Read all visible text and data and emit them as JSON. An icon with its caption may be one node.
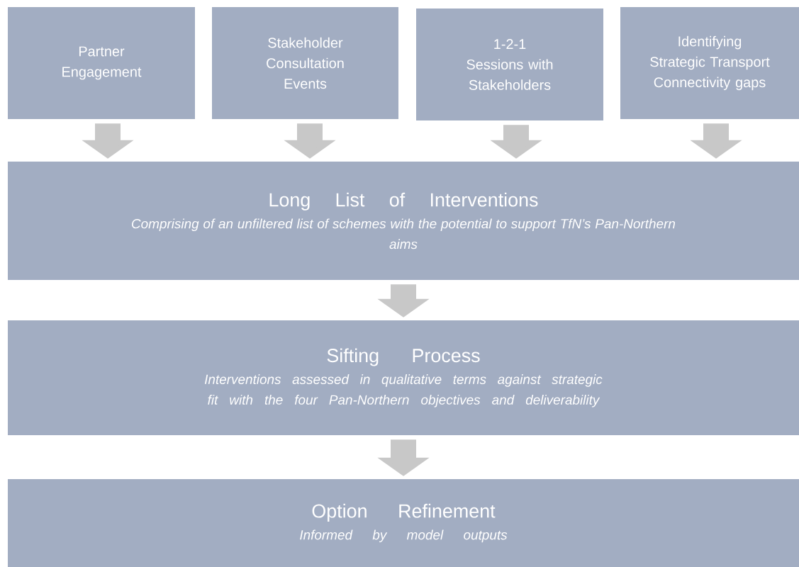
{
  "diagram": {
    "nodes": [
      {
        "text": [
          "Partner Engagement"
        ]
      },
      {
        "text": [
          "Stakeholder Consultation Events"
        ]
      },
      {
        "text": [
          "1-2-1 Sessions with Stakeholders"
        ]
      },
      {
        "text": [
          "Identifying Strategic Transport Connectivity gaps"
        ]
      },
      {
        "text": [
          "Long List of Interventions",
          "Comprising of an unfiltered list of schemes with the potential to support TfN’s Pan-Northern aims"
        ]
      },
      {
        "text": [
          "Sifting Process",
          "Interventions assessed in qualitative terms against strategic fit with the four Pan-Northern objectives and deliverability"
        ]
      },
      {
        "text": [
          "Option Refinement",
          "Informed by model outputs"
        ]
      }
    ],
    "edges": [
      {
        "from": 0,
        "to": 4,
        "arrow": "to"
      },
      {
        "from": 1,
        "to": 4,
        "arrow": "to"
      },
      {
        "from": 2,
        "to": 4,
        "arrow": "to"
      },
      {
        "from": 3,
        "to": 4,
        "arrow": "to"
      },
      {
        "from": 4,
        "to": 5,
        "arrow": "to"
      },
      {
        "from": 5,
        "to": 6,
        "arrow": "to"
      }
    ]
  }
}
